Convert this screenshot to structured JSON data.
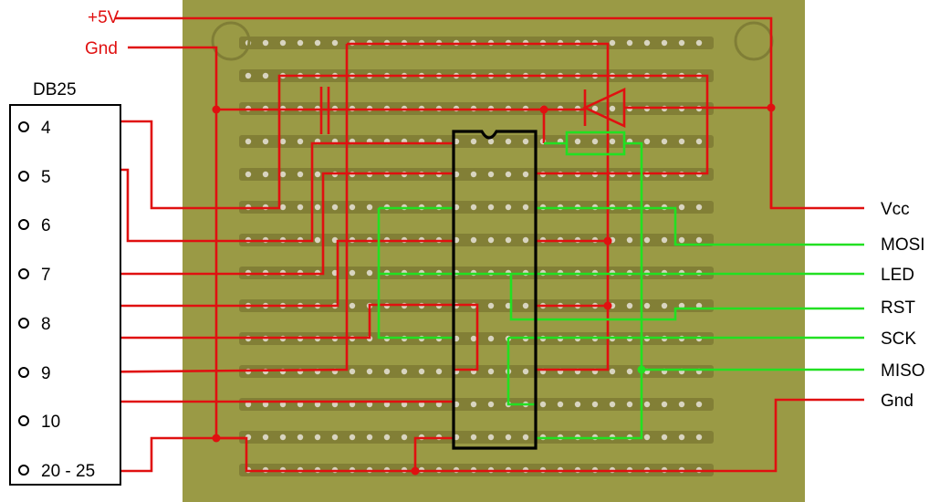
{
  "colors": {
    "background": "#ffffff",
    "board": "#9a9a45",
    "board_edge": "#807e36",
    "strip": "#6f6a2a",
    "hole": "#d8d4c0",
    "power_wire": "#e01010",
    "signal_wire": "#22e022",
    "ic_outline": "#000000",
    "connector_outline": "#000000",
    "label_red": "#e01010",
    "label_black": "#000000"
  },
  "power_labels": {
    "plus5v": "+5V",
    "gnd": "Gnd"
  },
  "connector": {
    "title": "DB25",
    "pins": [
      {
        "label": "4"
      },
      {
        "label": "5"
      },
      {
        "label": "6"
      },
      {
        "label": "7"
      },
      {
        "label": "8"
      },
      {
        "label": "9"
      },
      {
        "label": "10"
      },
      {
        "label": "20 - 25"
      }
    ]
  },
  "header": {
    "pins": [
      {
        "label": "Vcc"
      },
      {
        "label": "MOSI"
      },
      {
        "label": "LED"
      },
      {
        "label": "RST"
      },
      {
        "label": "SCK"
      },
      {
        "label": "MISO"
      },
      {
        "label": "Gnd"
      }
    ]
  },
  "components": {
    "ic": "dip-20",
    "capacitor": "capacitor",
    "diode": "diode",
    "resistor": "resistor"
  }
}
